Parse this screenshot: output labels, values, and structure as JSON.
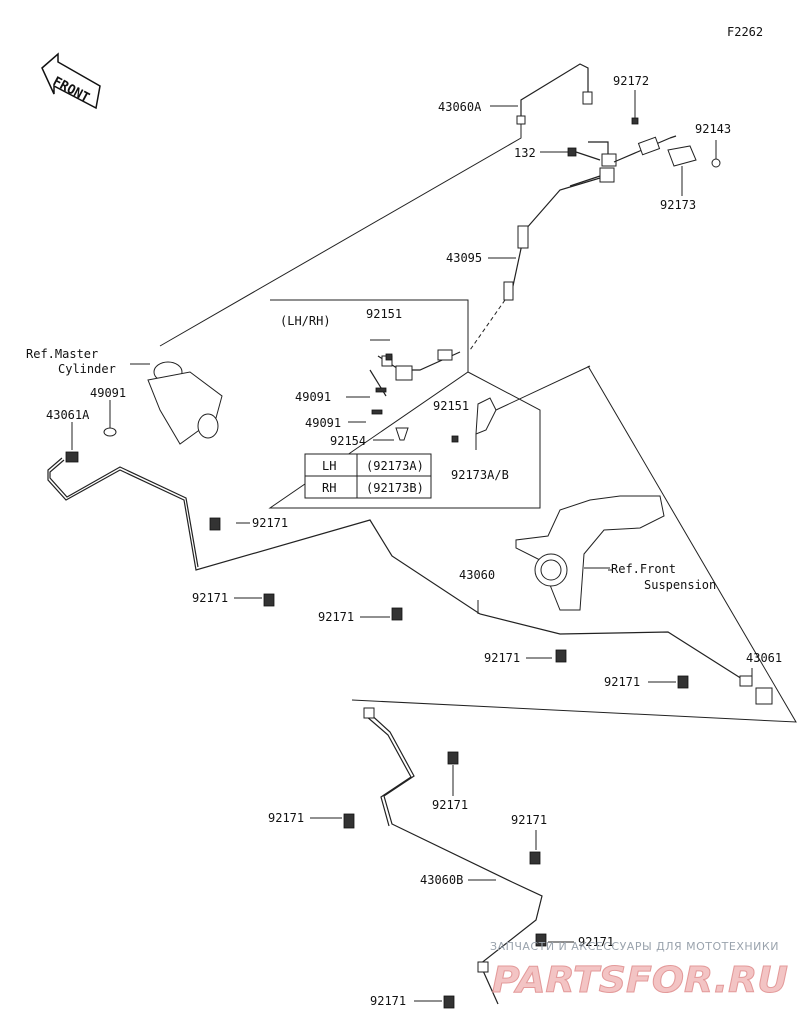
{
  "diagram": {
    "code": "F2262",
    "direction_label": "FRONT",
    "parts": {
      "p43060A": "43060A",
      "p92172": "92172",
      "p92143": "92143",
      "p132": "132",
      "p92173": "92173",
      "p43095": "43095",
      "lhrh": "(LH/RH)",
      "p92151_a": "92151",
      "p49091_a": "49091",
      "p49091_b": "49091",
      "p92154": "92154",
      "p92151_b": "92151",
      "p92173AB": "92173A/B",
      "ref_master_1": "Ref.Master",
      "ref_master_2": "Cylinder",
      "p49091_c": "49091",
      "p43061A": "43061A",
      "p92171_1": "92171",
      "p43060": "43060",
      "ref_front_1": "Ref.Front",
      "ref_front_2": "Suspension",
      "p92171_2": "92171",
      "p92171_3": "92171",
      "p92171_4": "92171",
      "p43061": "43061",
      "p92171_5": "92171",
      "p92171_6": "92171",
      "p92171_7": "92171",
      "p92171_8": "92171",
      "p43060B": "43060B",
      "p92171_9": "92171",
      "p92171_10": "92171"
    },
    "table": {
      "rows": [
        {
          "side": "LH",
          "part": "(92173A)"
        },
        {
          "side": "RH",
          "part": "(92173B)"
        }
      ]
    },
    "watermark": {
      "tagline": "ЗАПЧАСТИ И АКСЕССУАРЫ ДЛЯ МОТОТЕХНИКИ",
      "brand": "PARTSFOR.RU"
    }
  }
}
